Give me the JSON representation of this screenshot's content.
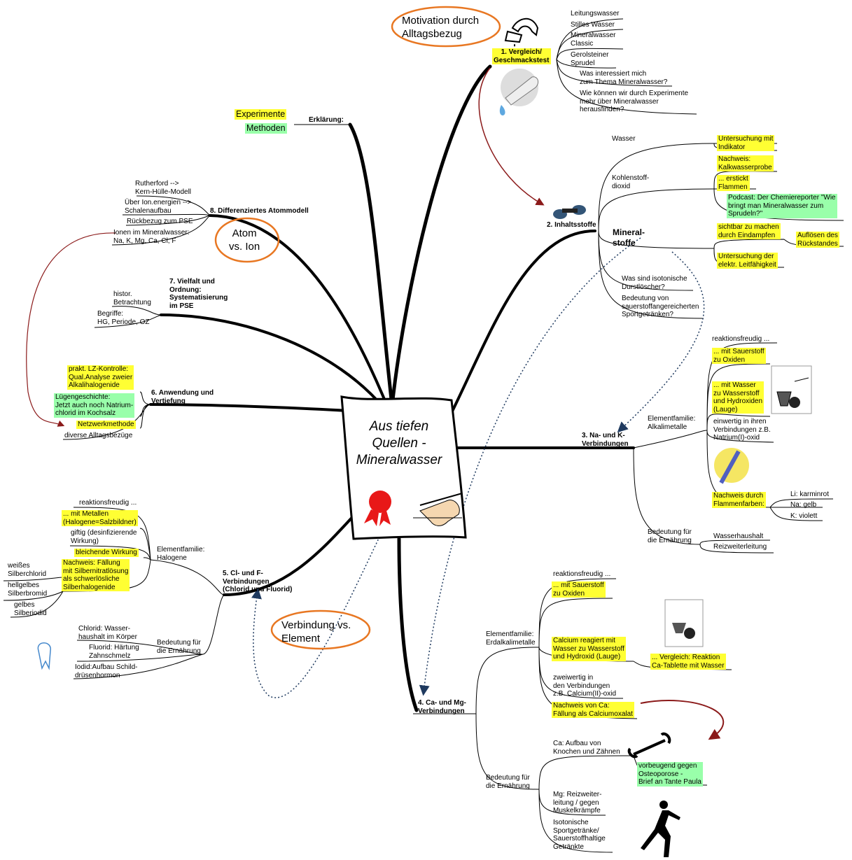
{
  "central": {
    "title": "Aus tiefen\nQuellen -\nMineralwasser"
  },
  "callouts": {
    "motivation": "Motivation durch\nAlltagsbezug",
    "atom_ion": "Atom\nvs. Ion",
    "verbindung_element": "Verbindung vs.\nElement"
  },
  "branch1": {
    "title": "1. Vergleich/\nGeschmackstest",
    "items": [
      "Leitungswasser",
      "Stilles Wasser",
      "Mineralwasser\nClassic",
      "Gerolsteiner\nSprudel"
    ],
    "q1": "Was interessiert mich\nzum Thema Mineralwasser?",
    "q2": "Wie können wir durch Experimente\nmehr über Mineralwasser\nherausfinden?"
  },
  "branch2": {
    "title": "2. Inhaltsstoffe",
    "wasser": "Wasser",
    "wasser_box": "Untersuchung mit\nIndikator",
    "kohlen": "Kohlenstoff-\ndioxid",
    "kohlen_box1": "Nachweis:\nKalkwasserprobe",
    "kohlen_box2": "... erstickt\nFlammen",
    "podcast": "Podcast: Der Chemiereporter \"Wie\nbringt man Mineralwasser zum\nSprudeln?\"",
    "mineral": "Mineral-\nstoffe",
    "mineral_box1": "sichtbar zu machen\ndurch Eindampfen",
    "mineral_box1b": "Auflösen des\nRückstandes",
    "mineral_box2": "Untersuchung der\nelektr. Leitfähigkeit",
    "q1": "Was sind isotonische\nDurstlöscher?",
    "q2": "Bedeutung von\nsauerstoffangereicherten\nSportgetränken?"
  },
  "branch3": {
    "title": "3. Na- und K-\nVerbindungen",
    "family": "Elementfamilie:\nAlkalimetalle",
    "reaktion": "reaktionsfreudig ...",
    "box1": "... mit Sauerstoff\nzu Oxiden",
    "box2": "... mit Wasser\nzu Wasserstoff\nund Hydroxiden\n(Lauge)",
    "einwertig": "einwertig in ihren\nVerbindungen z.B.\nNatrium(I)-oxid",
    "flammen": "Nachweis durch\nFlammenfarben:",
    "li": "Li: karminrot",
    "na": "Na: gelb",
    "k": "K: violett",
    "bedeutung": "Bedeutung für\ndie Ernährung",
    "wasserhaushalt": "Wasserhaushalt",
    "reizweiter": "Reizweiterleitung"
  },
  "branch4": {
    "title": "4. Ca- und Mg-\nVerbindungen",
    "family": "Elementfamilie:\nErdalkalimetalle",
    "reaktion": "reaktionsfreudig ...",
    "box1": "... mit Sauerstoff\nzu Oxiden",
    "box2": "Calcium reagiert mit\nWasser zu Wasserstoff\nund Hydroxid (Lauge)",
    "box2b": "... Vergleich: Reaktion\nCa-Tablette mit Wasser",
    "zweiwertig": "zweiwertig in\nden Verbindungen\nz.B. Calcium(II)-oxid",
    "nachweis": "Nachweis von Ca:\nFällung als Calciumoxalat",
    "bedeutung": "Bedeutung für\ndie Ernährung",
    "ca": "Ca: Aufbau von\nKnochen und Zähnen",
    "osteo": "vorbeugend gegen\nOsteoporose -\nBrief an Tante Paula",
    "mg": "Mg: Reizweiter-\nleitung / gegen\nMuskelkrämpfe",
    "iso": "Isotonische\nSportgetränke/\nSauerstoffhaltige\nGetränkte"
  },
  "branch5": {
    "title": "5. Cl- und F-\nVerbindungen\n(Chlorid und Fluorid)",
    "family": "Elementfamilie:\nHalogene",
    "reaktion": "reaktionsfreudig ...",
    "box1": "... mit Metallen\n(Halogene=Salzbildner)",
    "giftig": "giftig (desinfizierende\nWirkung)",
    "bleich": "bleichende Wirkung",
    "nachweis": "Nachweis: Fällung\nmit Silbernitratlösung\nals schwerlösliche\nSilberhalogenide",
    "weiss": "weißes\nSilberchlorid",
    "hellgelb": "hellgelbes\nSilberbromid",
    "gelb": "gelbes\nSilberiodid",
    "bedeutung": "Bedeutung für\ndie Ernährung",
    "chlorid": "Chlorid: Wasser-\nhaushalt im Körper",
    "fluorid": "Fluorid: Härtung\nZahnschmelz",
    "iodid": "Iodid:Aufbau Schild-\ndrüsenhormon"
  },
  "branch6": {
    "title": "6. Anwendung und\nVertiefung",
    "box1": "prakt. LZ-Kontrolle:\nQual.Analyse zweier\nAlkalihalogenide",
    "box2": "Lügengeschichte:\nJetzt auch noch Natrium-\nchlorid im Kochsalz",
    "box3": "Netzwerkmethode",
    "alltag": "diverse Alltagsbezüge"
  },
  "branch7": {
    "title": "7. Vielfalt und\nOrdnung:\nSystematisierung\nim PSE",
    "histor": "histor.\nBetrachtung",
    "begriffe": "Begriffe:\nHG, Periode, OZ"
  },
  "branch8": {
    "title": "8. Differenziertes Atommodell",
    "rutherford": "Rutherford -->\nKern-Hülle-Modell",
    "ion": "Über Ion.energien -->\nSchalenaufbau",
    "pse": "Rückbezug zum PSE",
    "ionen": "Ionen im Mineralwasser:\nNa, K, Mg, Ca, Cl, F"
  },
  "erklaerung": {
    "title": "Erklärung:",
    "experimente": "Experimente",
    "methoden": "Methoden"
  },
  "colors": {
    "highlight_yellow": "#ffff33",
    "highlight_green": "#99ffaa",
    "callout_orange": "#e87722",
    "arrow_red": "#8b1a1a",
    "dotted_blue": "#1f4e79"
  }
}
